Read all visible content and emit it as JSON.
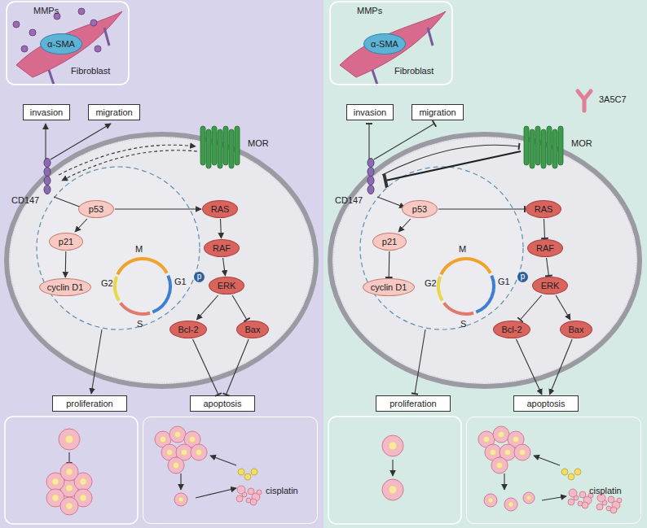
{
  "diagram": {
    "nodes": [
      {
        "text": [
          "MMPs",
          "Fibroblast"
        ]
      },
      {
        "text": [
          "α-SMA"
        ],
        "in": 0
      },
      {
        "text": [
          "invasion"
        ]
      },
      {
        "text": [
          "migration"
        ]
      },
      {
        "text": [
          "p53"
        ]
      },
      {
        "text": [
          "p21"
        ]
      },
      {
        "text": [
          "cyclin D1"
        ]
      },
      {
        "text": [
          "RAS"
        ]
      },
      {
        "text": [
          "RAF"
        ]
      },
      {
        "text": [
          "ERK"
        ]
      },
      {
        "text": [
          "Bcl-2"
        ]
      },
      {
        "text": [
          "Bax"
        ]
      },
      {
        "text": [
          "proliferation"
        ]
      },
      {
        "text": [
          "apoptosis"
        ]
      },
      {
        "text": [
          "cisplatin"
        ]
      },
      {
        "text": [
          "MMPs",
          "Fibroblast"
        ]
      },
      {
        "text": [
          "α-SMA"
        ],
        "in": 15
      },
      {
        "text": [
          "invasion"
        ]
      },
      {
        "text": [
          "migration"
        ]
      },
      {
        "text": [
          "p53"
        ]
      },
      {
        "text": [
          "p21"
        ]
      },
      {
        "text": [
          "cyclin D1"
        ]
      },
      {
        "text": [
          "RAS"
        ]
      },
      {
        "text": [
          "RAF"
        ]
      },
      {
        "text": [
          "ERK"
        ]
      },
      {
        "text": [
          "Bcl-2"
        ]
      },
      {
        "text": [
          "Bax"
        ]
      },
      {
        "text": [
          "proliferation"
        ]
      },
      {
        "text": [
          "apoptosis"
        ]
      },
      {
        "text": [
          "cisplatin"
        ]
      }
    ],
    "edges": [
      {
        "from": 4,
        "to": 5,
        "arrow": "to"
      },
      {
        "from": 5,
        "to": 6,
        "arrow": "to"
      },
      {
        "from": 4,
        "to": 7,
        "arrow": "to"
      },
      {
        "from": 7,
        "to": 8,
        "arrow": "to"
      },
      {
        "from": 8,
        "to": 9,
        "arrow": "to"
      },
      {
        "from": 9,
        "to": 10,
        "arrow": "to"
      },
      {
        "from": 9,
        "to": 11,
        "arrow": "to"
      },
      {
        "from": 10,
        "to": 13,
        "arrow": "to"
      },
      {
        "from": 11,
        "to": 13,
        "arrow": "to"
      },
      {
        "from": 19,
        "to": 20,
        "arrow": "to"
      },
      {
        "from": 20,
        "to": 21,
        "arrow": "to"
      },
      {
        "from": 19,
        "to": 22,
        "arrow": "to"
      },
      {
        "from": 22,
        "to": 23,
        "arrow": "to"
      },
      {
        "from": 23,
        "to": 24,
        "arrow": "to"
      },
      {
        "from": 24,
        "to": 25,
        "arrow": "to"
      },
      {
        "from": 24,
        "to": 26,
        "arrow": "to"
      },
      {
        "from": 25,
        "to": 28,
        "arrow": "to"
      },
      {
        "from": 26,
        "to": 28,
        "arrow": "to"
      }
    ],
    "labels": [
      "CD147",
      "MOR",
      "M",
      "G1",
      "G2",
      "S",
      "p",
      "3A5C7",
      "CD147",
      "MOR",
      "M",
      "G1",
      "G2",
      "S",
      "p"
    ]
  }
}
